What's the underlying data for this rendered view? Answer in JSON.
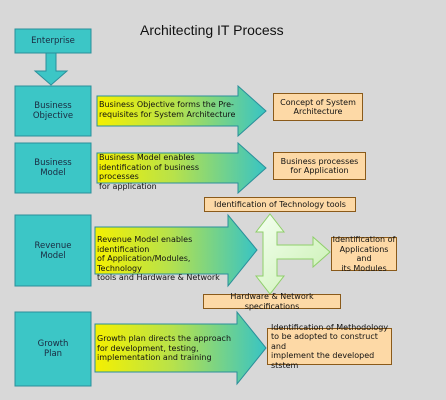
{
  "title": "Architecting IT Process",
  "enterprise": "Enterprise",
  "rows": [
    {
      "label": "Business\nObjective",
      "arrow_text": "Business Objective forms the Pre-\nrequisites for System Architecture",
      "result": "Concept of System\nArchitecture"
    },
    {
      "label": "Business\nModel",
      "arrow_text": "Business Model enables\nidentification of business processes\nfor application",
      "result": "Business processes\nfor Application"
    },
    {
      "label": "Revenue\nModel",
      "arrow_text": "Revenue Model enables identification\nof Application/Modules, Technology\ntools and Hardware & Network",
      "result": "Identification of\nApplications and\nits Modules"
    },
    {
      "label": "Growth\nPlan",
      "arrow_text": "Growth plan directs the approach\nfor development, testing,\nimplementation and training",
      "result": "Identification of Methodology\nto be adopted to construct and\nimplement the developed ststem"
    }
  ],
  "technology_tools": "Identification of Technology tools",
  "hardware_network": "Hardware & Network specifications",
  "colors": {
    "teal": "#3cc6c6",
    "teal_border": "#2a8f9a",
    "gradient_start": "#f5f000",
    "gradient_end": "#38c4c4",
    "orange_box": "#fdd9a6",
    "cross_fill": "#e8ffd0"
  }
}
